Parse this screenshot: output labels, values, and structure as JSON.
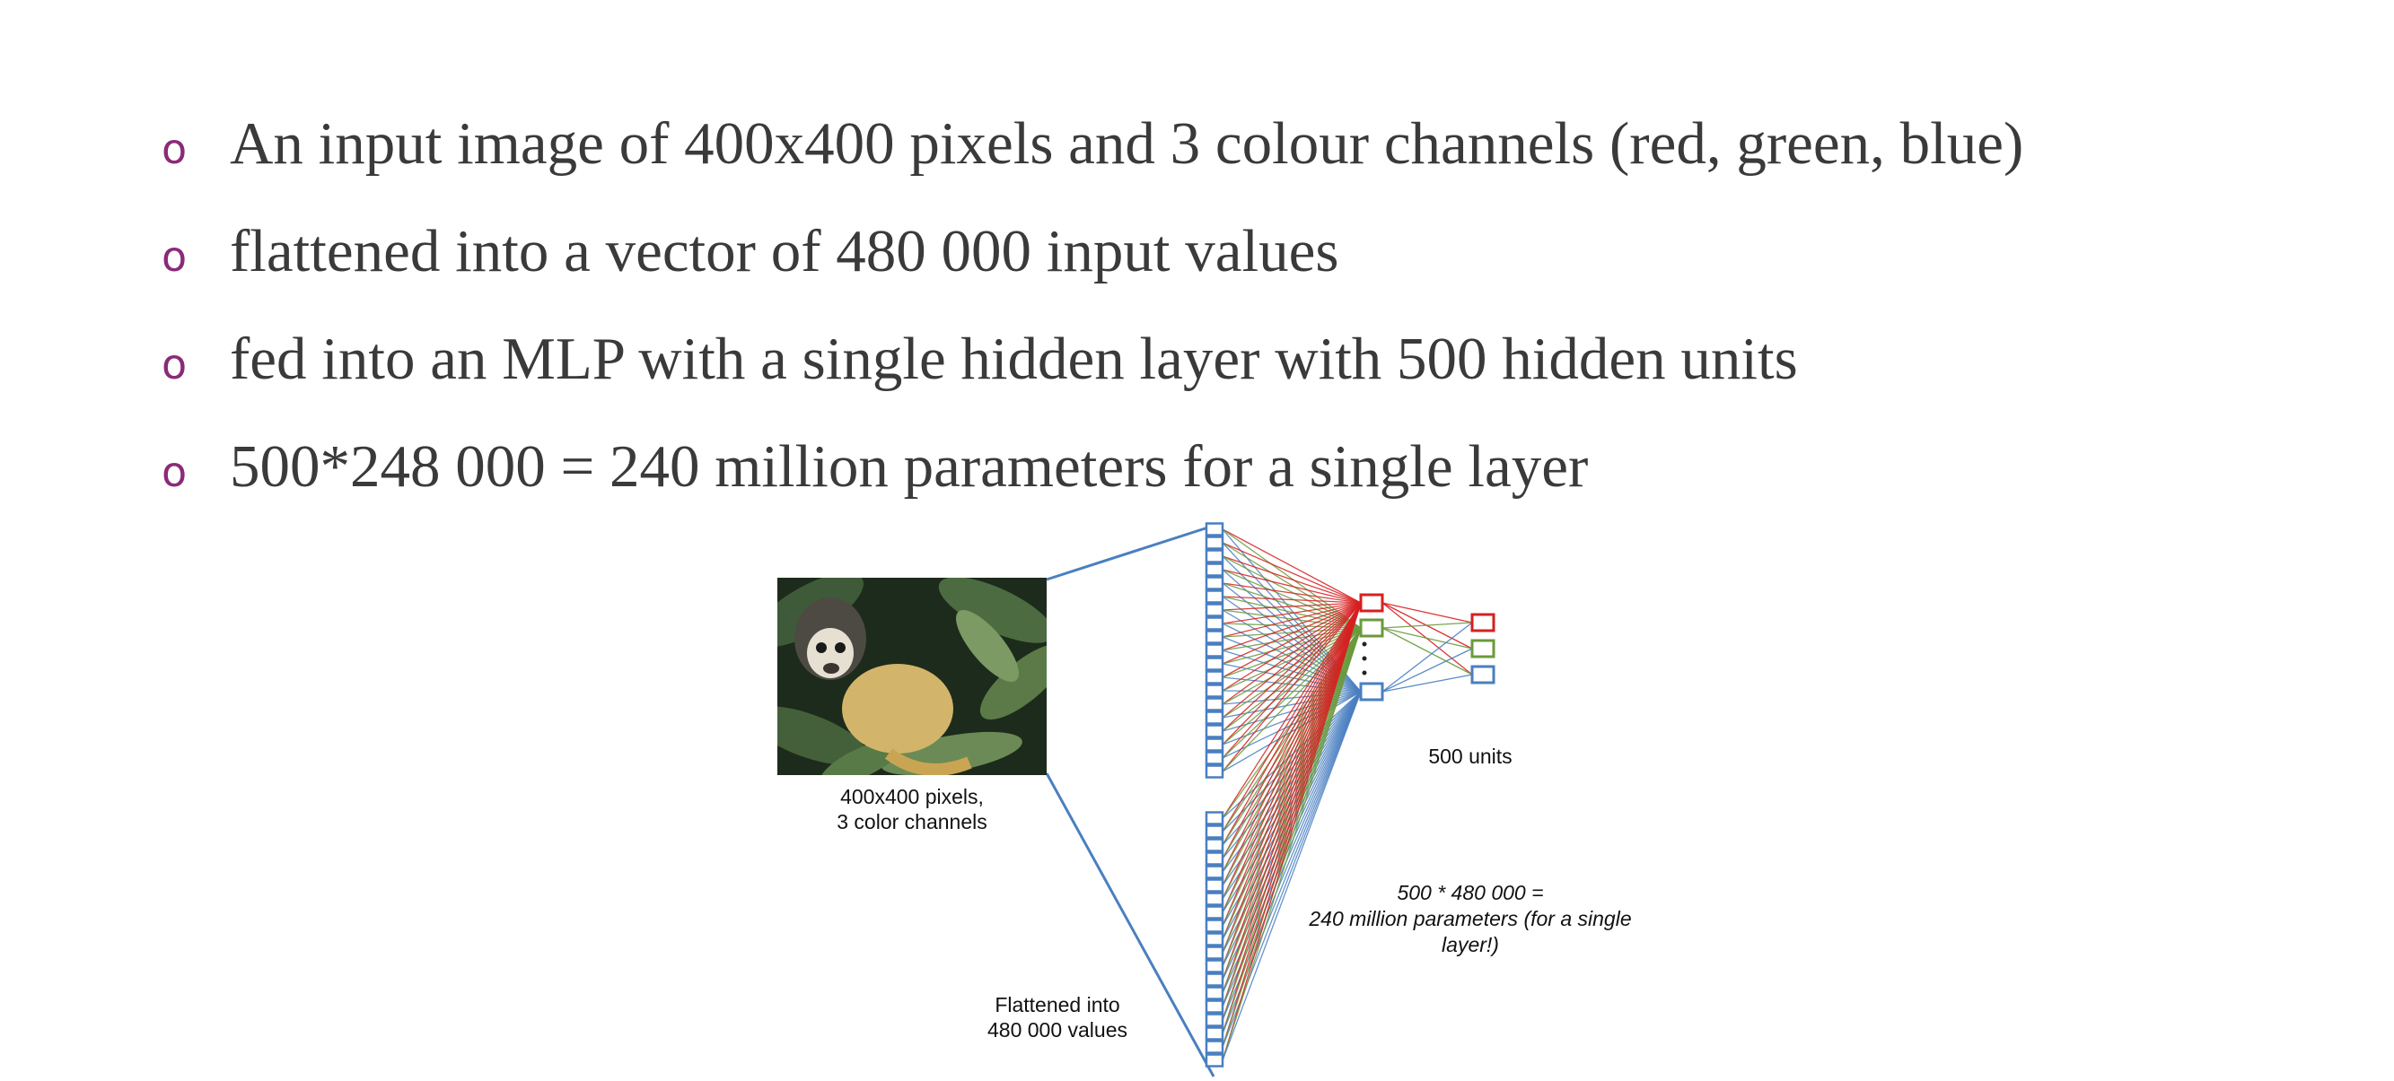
{
  "bullets": [
    {
      "text": "An input image of 400x400 pixels and 3 colour channels (red, green, blue)"
    },
    {
      "text": "flattened into a vector of 480 000 input values"
    },
    {
      "text": "fed into an MLP with a single hidden layer with 500 hidden units"
    },
    {
      "text": "500*248 000 = 240 million parameters for a single layer"
    }
  ],
  "bullet_marker": "o",
  "diagram": {
    "image_caption_line1": "400x400 pixels,",
    "image_caption_line2": "3 color channels",
    "flatten_caption_line1": "Flattened into",
    "flatten_caption_line2": "480 000 values",
    "hidden_caption": "500 units",
    "param_caption_line1": "500 * 480 000 =",
    "param_caption_line2": "240 million parameters (for a single",
    "param_caption_line3": "layer!)",
    "colors": {
      "red": "#d62020",
      "green": "#6a9a3c",
      "blue": "#4a7fc1",
      "bullet": "#8a2a78"
    }
  }
}
